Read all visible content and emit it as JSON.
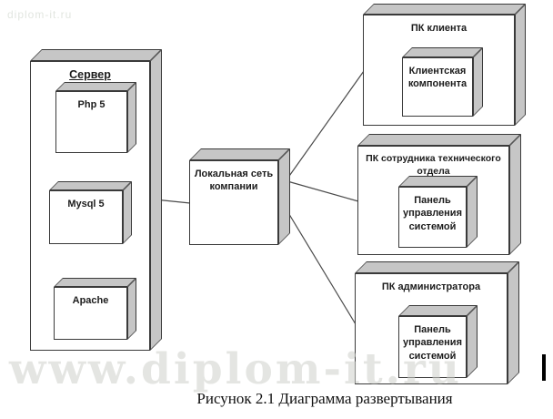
{
  "watermark_small": "diplom-it.ru",
  "watermark_large": "www.diplom-it.ru",
  "caption": "Рисунок 2.1 Диаграмма развертывания",
  "colors": {
    "face": "#c6c6c6",
    "border": "#3a3a3a",
    "line": "#4a4a4a"
  },
  "nodes": {
    "server": {
      "label": "Сервер",
      "children": {
        "php": "Php 5",
        "mysql": "Mysql 5",
        "apache": "Apache"
      }
    },
    "network": {
      "label": "Локальная сеть\nкомпании"
    },
    "client_pc": {
      "label": "ПК клиента",
      "component": "Клиентская\nкомпонента"
    },
    "tech_pc": {
      "label": "ПК сотрудника технического\nотдела",
      "component": "Панель\nуправления\nсистемой"
    },
    "admin_pc": {
      "label": "ПК администратора",
      "component": "Панель\nуправления\nсистемой"
    }
  }
}
